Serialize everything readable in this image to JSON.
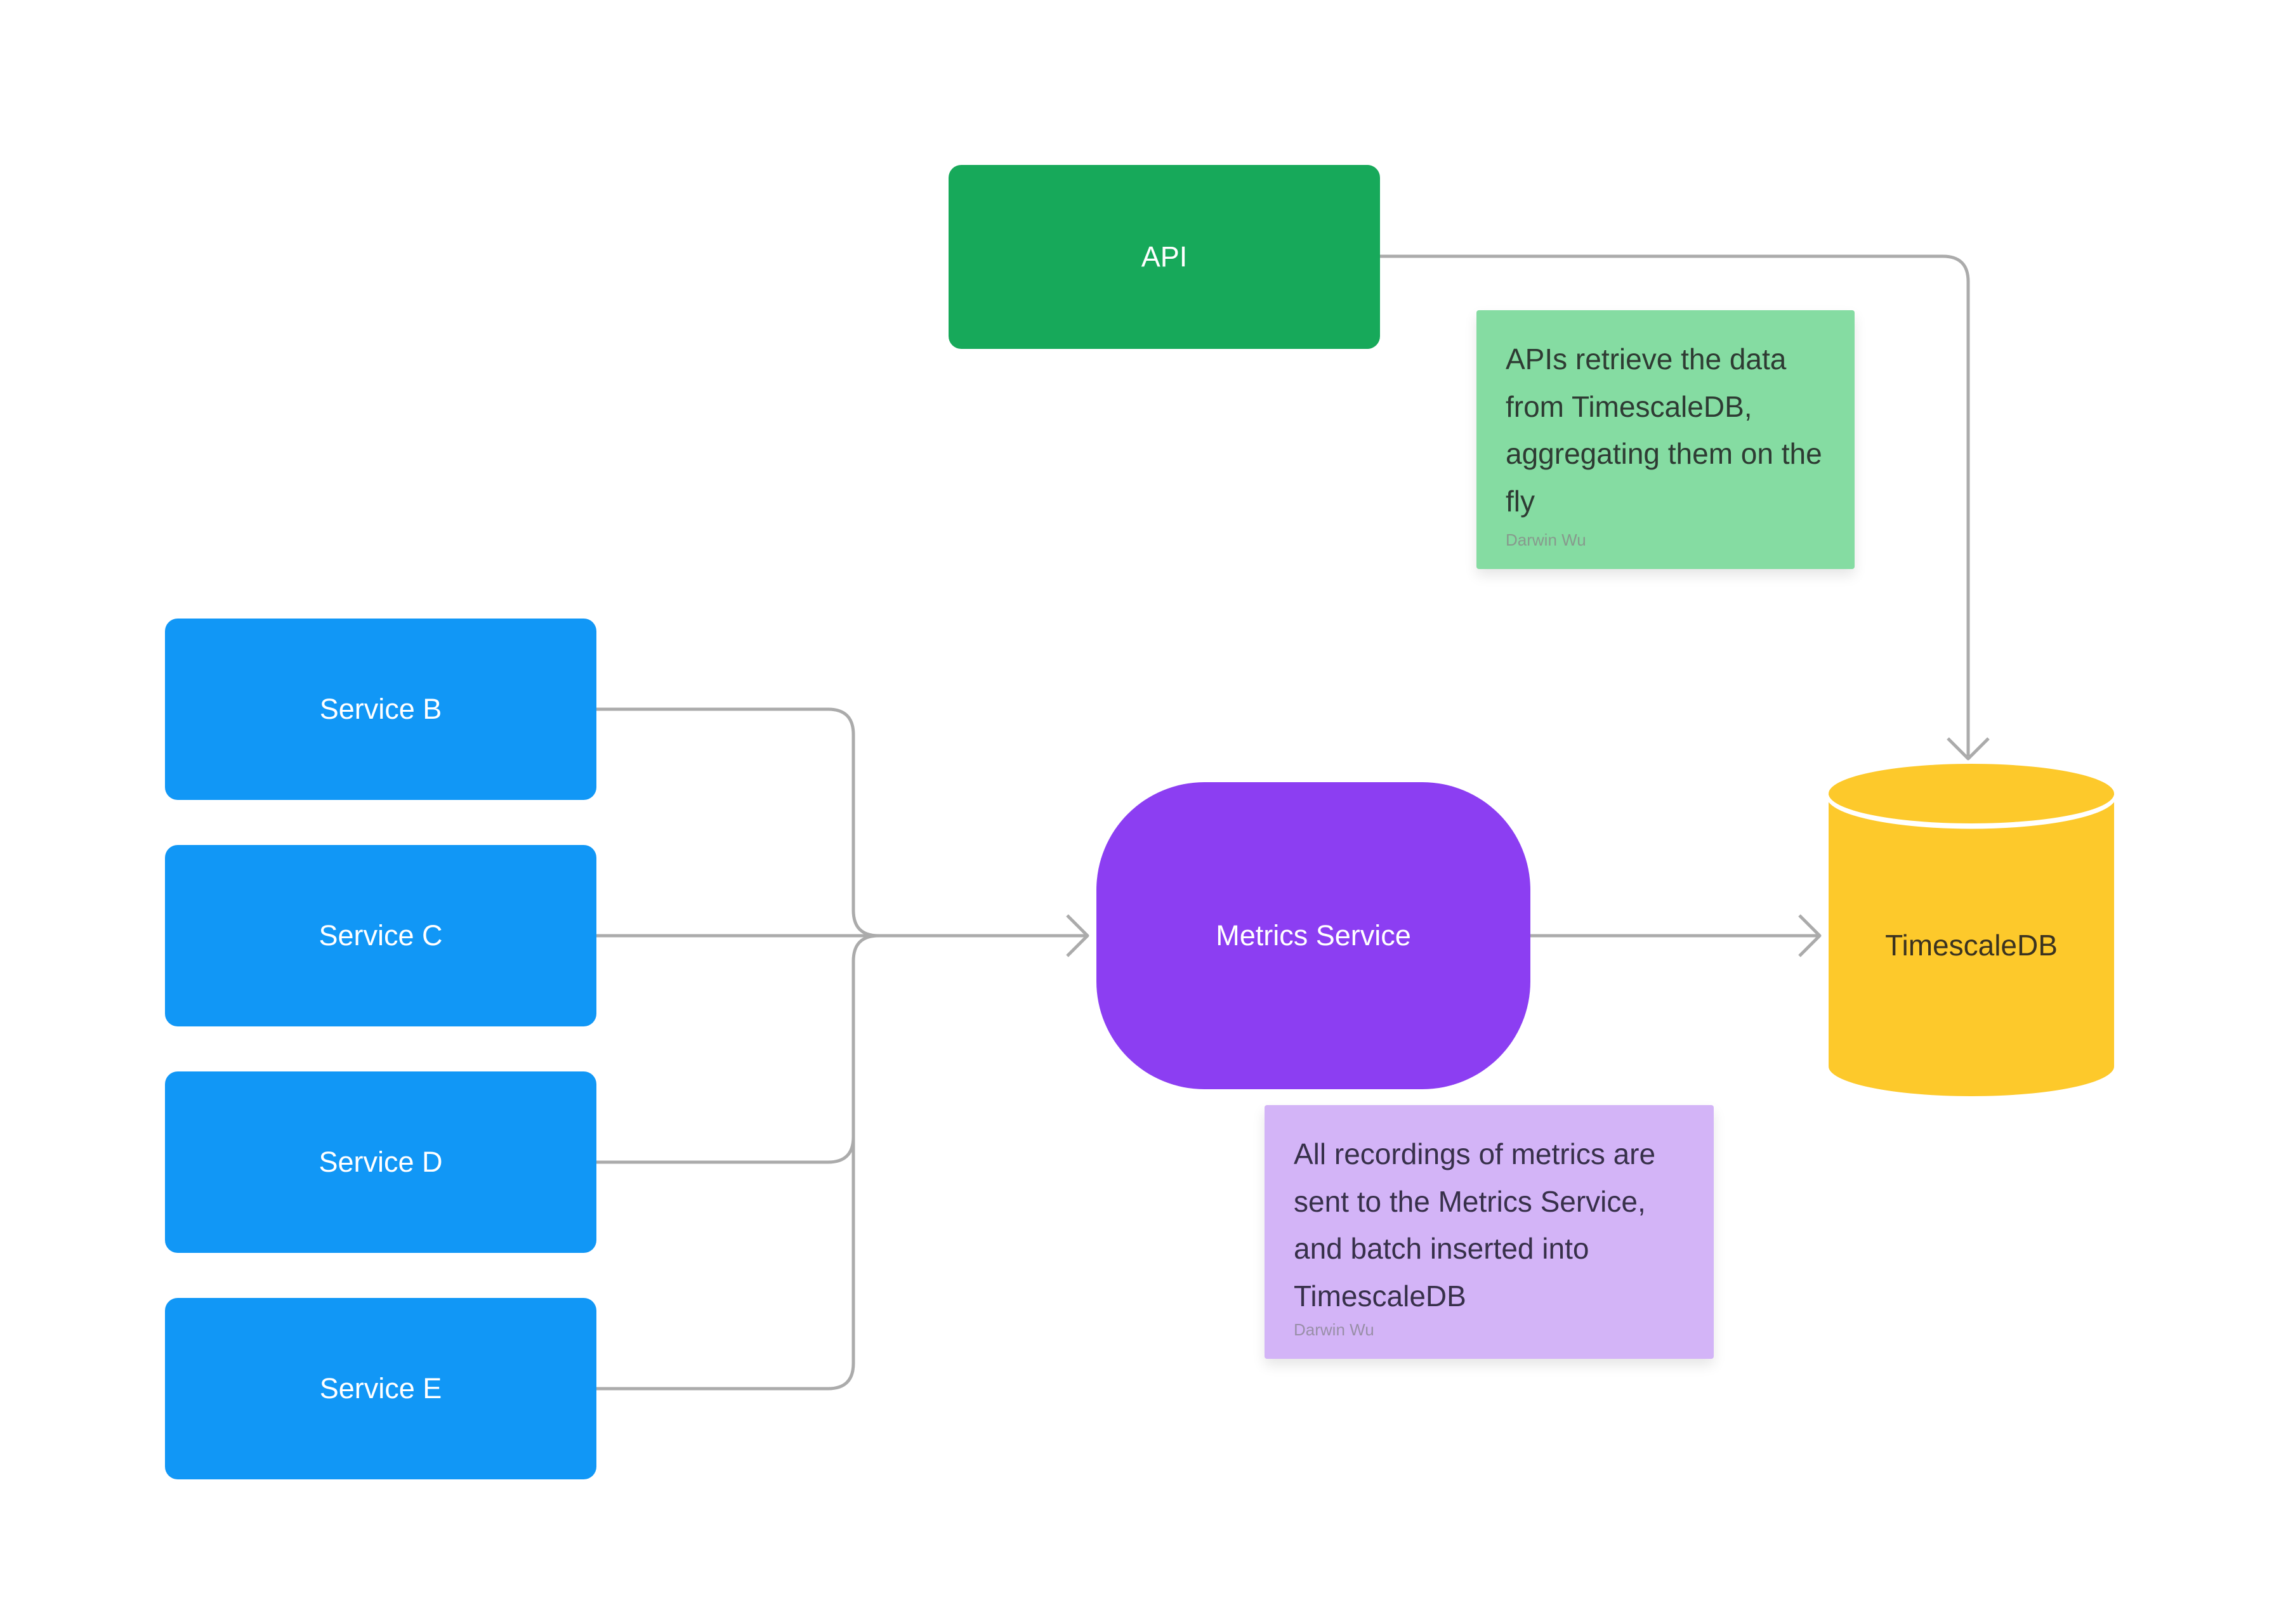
{
  "colors": {
    "connector": "#ABABAB",
    "cylinder_rim": "#FFFFFF"
  },
  "nodes": {
    "api": {
      "label": "API",
      "fill": "#17A95A",
      "text_color": "#FFFFFF"
    },
    "service_b": {
      "label": "Service B",
      "fill": "#1197F6",
      "text_color": "#FFFFFF"
    },
    "service_c": {
      "label": "Service C",
      "fill": "#1197F6",
      "text_color": "#FFFFFF"
    },
    "service_d": {
      "label": "Service D",
      "fill": "#1197F6",
      "text_color": "#FFFFFF"
    },
    "service_e": {
      "label": "Service E",
      "fill": "#1197F6",
      "text_color": "#FFFFFF"
    },
    "metrics_service": {
      "label": "Metrics Service",
      "fill": "#8C3EF2",
      "text_color": "#FFFFFF"
    },
    "timescaledb": {
      "label": "TimescaleDB",
      "fill": "#FDC92B",
      "text_color": "#3B3320"
    }
  },
  "notes": {
    "api_note": {
      "text": "APIs retrieve the data from TimescaleDB, aggregating them on the fly",
      "author": "Darwin Wu",
      "fill": "#85DCA2",
      "text_color": "#2E3B33",
      "author_color": "#879A8D"
    },
    "metrics_note": {
      "text": "All recordings of metrics are sent to the Metrics Service, and batch inserted into TimescaleDB",
      "author": "Darwin Wu",
      "fill": "#D3B4F7",
      "text_color": "#37304A",
      "author_color": "#998FA8"
    }
  },
  "edges": [
    {
      "from": "API",
      "to": "TimescaleDB"
    },
    {
      "from": "Service B",
      "to": "Metrics Service"
    },
    {
      "from": "Service C",
      "to": "Metrics Service"
    },
    {
      "from": "Service D",
      "to": "Metrics Service"
    },
    {
      "from": "Service E",
      "to": "Metrics Service"
    },
    {
      "from": "Metrics Service",
      "to": "TimescaleDB"
    }
  ]
}
